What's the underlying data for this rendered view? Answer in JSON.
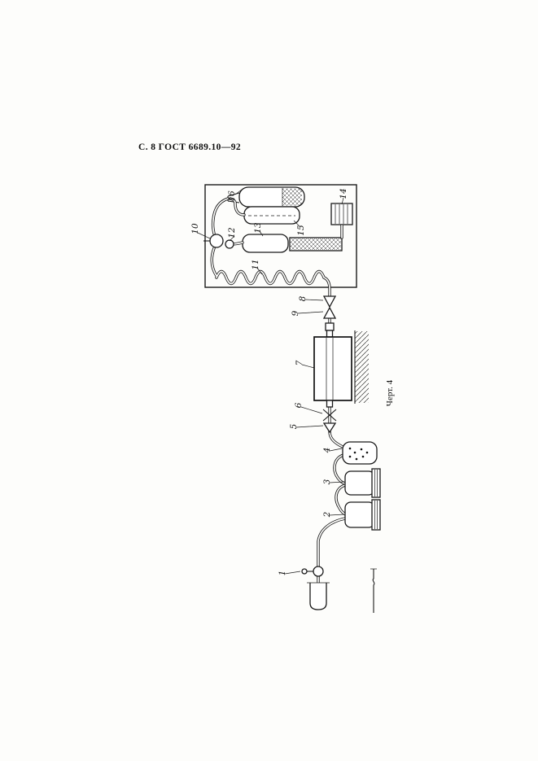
{
  "page": {
    "header": "С. 8 ГОСТ 6689.10—92",
    "figure_caption": "Черт. 4"
  },
  "figure": {
    "part_labels": [
      "1",
      "2",
      "3",
      "4",
      "5",
      "6",
      "7",
      "8",
      "9",
      "10",
      "11",
      "12",
      "13",
      "14",
      "15",
      "16"
    ]
  }
}
